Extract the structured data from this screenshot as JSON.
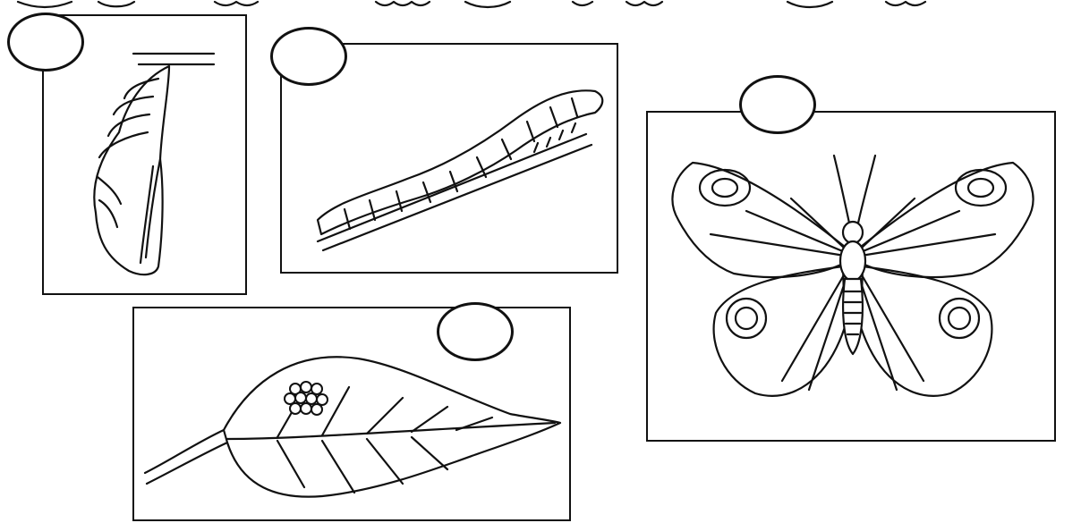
{
  "worksheet": {
    "header_fragment": "",
    "cards": [
      {
        "stage": "chrysalis",
        "badge_value": ""
      },
      {
        "stage": "caterpillar",
        "badge_value": ""
      },
      {
        "stage": "butterfly",
        "badge_value": ""
      },
      {
        "stage": "eggs-on-leaf",
        "badge_value": ""
      }
    ]
  }
}
